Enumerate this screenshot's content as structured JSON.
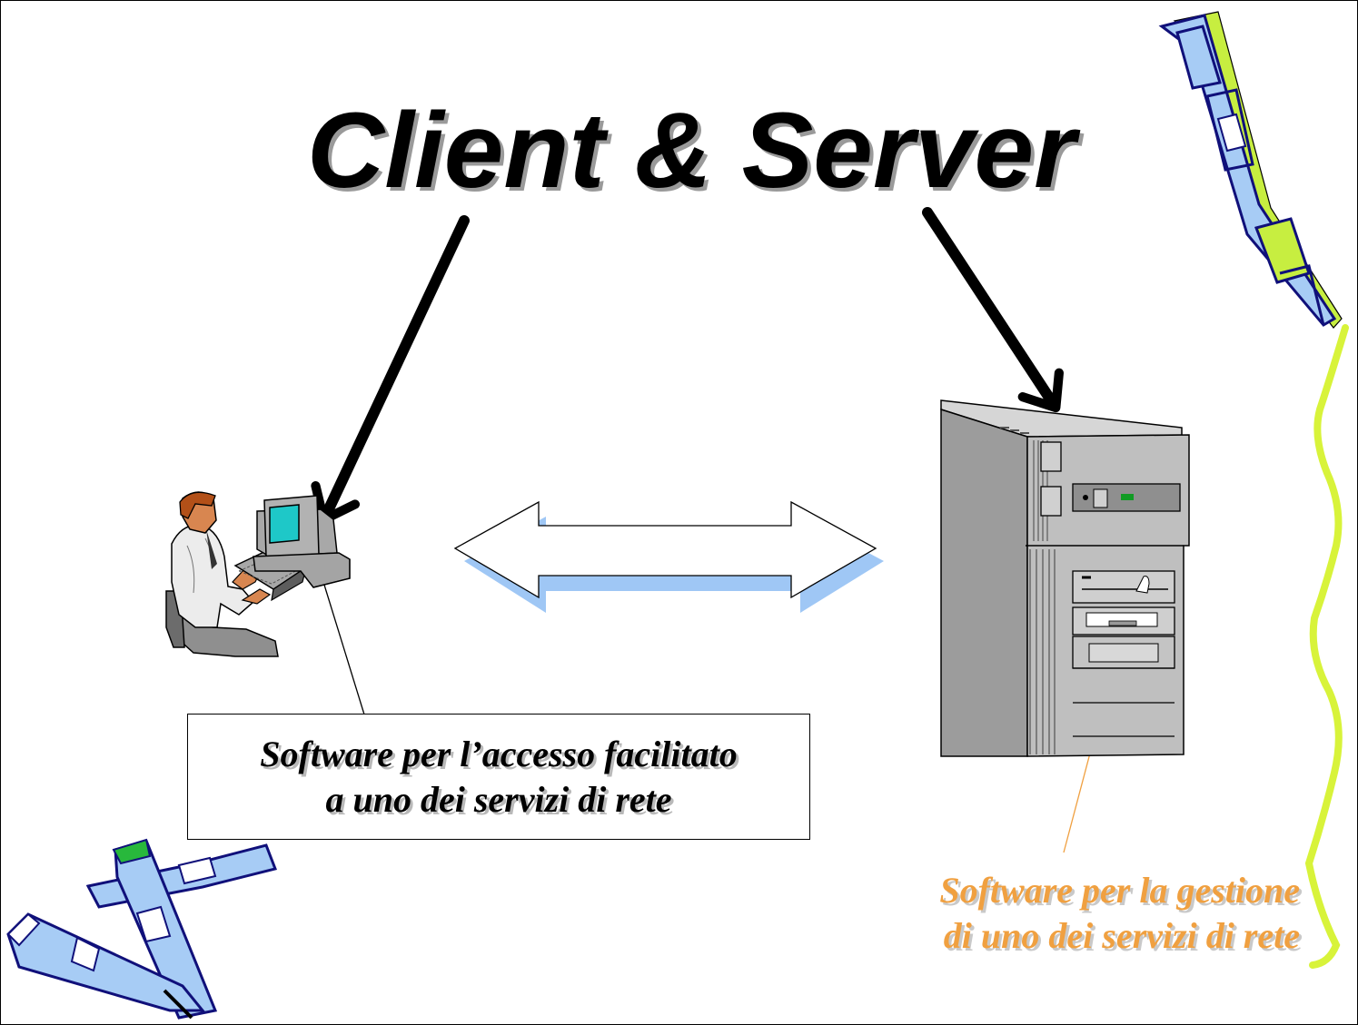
{
  "slide": {
    "title": "Client  &  Server",
    "client_caption": {
      "line1": "Software per l’accesso facilitato",
      "line2": "a uno dei servizi di rete"
    },
    "server_caption": {
      "line1": "Software per la gestione",
      "line2": "di uno dei servizi di rete"
    }
  },
  "colors": {
    "title_text": "#000000",
    "title_shadow": "#9a9a9a",
    "server_caption": "#f0a040",
    "arrow_shadow": "#9fc7f5",
    "pencil_body": "#a7ccf5",
    "pencil_outline": "#10107a",
    "squiggle": "#d8f33a"
  },
  "icons": [
    "person-at-computer-icon",
    "server-tower-icon",
    "pen-icon",
    "crayon-icon",
    "squiggle-line-icon"
  ]
}
